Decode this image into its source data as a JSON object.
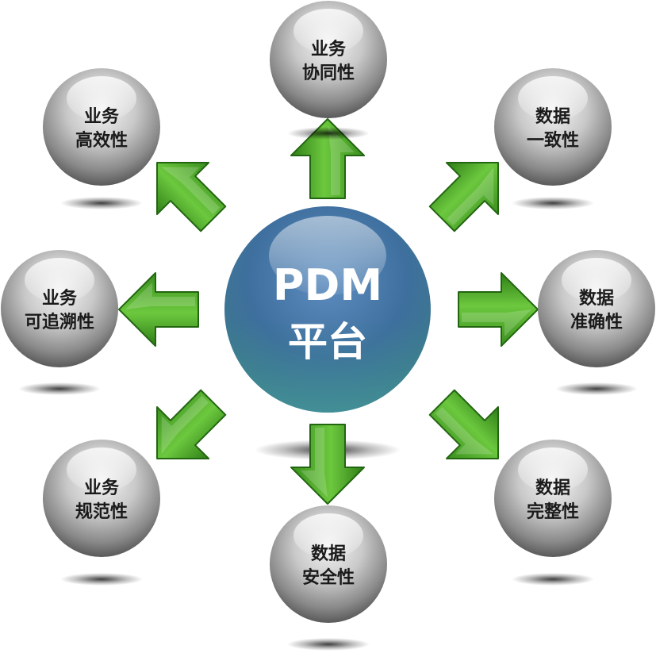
{
  "center": {
    "title": "PDM",
    "subtitle": "平台",
    "color": "#3e6f9e"
  },
  "arrow_color": "#4ca12c",
  "spheres": [
    {
      "id": "business-collaboration",
      "line1": "业务",
      "line2": "协同性"
    },
    {
      "id": "data-consistency",
      "line1": "数据",
      "line2": "一致性"
    },
    {
      "id": "data-accuracy",
      "line1": "数据",
      "line2": "准确性"
    },
    {
      "id": "data-integrity",
      "line1": "数据",
      "line2": "完整性"
    },
    {
      "id": "data-security",
      "line1": "数据",
      "line2": "安全性"
    },
    {
      "id": "business-standardization",
      "line1": "业务",
      "line2": "规范性"
    },
    {
      "id": "business-traceability",
      "line1": "业务",
      "line2": "可追溯性"
    },
    {
      "id": "business-efficiency",
      "line1": "业务",
      "line2": "高效性"
    }
  ]
}
